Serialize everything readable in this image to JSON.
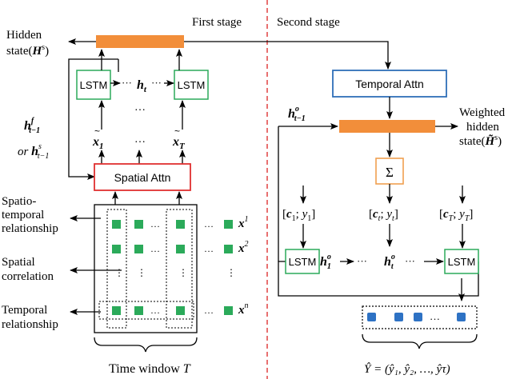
{
  "stages": {
    "first": "First stage",
    "second": "Second stage"
  },
  "left": {
    "hidden_state": {
      "line1": "Hidden",
      "line2_prefix": "state(",
      "line2_sym": "H",
      "line2_sup": "s",
      "line2_suffix": ")"
    },
    "lstm_label": "LSTM",
    "h_t": "h",
    "h_t_sub": "t",
    "dots": "···",
    "ellipsis": "…",
    "x_tilde": "x",
    "x1_sub": "1",
    "xT_sub": "T",
    "h_f": {
      "sym": "h",
      "sup": "f",
      "sub": "t−1"
    },
    "or_hs": {
      "prefix": "or ",
      "sym": "h",
      "sup": "s",
      "sub": "t−1"
    },
    "spatial_attn": "Spatial Attn",
    "relations": {
      "spatio_temporal": [
        "Spatio-",
        "temporal",
        "relationship"
      ],
      "spatial_correlation": [
        "Spatial",
        "correlation"
      ],
      "temporal": [
        "Temporal",
        "relationship"
      ]
    },
    "series": [
      {
        "sym": "x",
        "sup": "1"
      },
      {
        "sym": "x",
        "sup": "2"
      },
      {
        "sym": "x",
        "sup": "n"
      }
    ],
    "time_window": {
      "text": "Time window ",
      "sym": "T"
    }
  },
  "right": {
    "temporal_attn": "Temporal Attn",
    "h_o": {
      "sym": "h",
      "sup": "o",
      "sub": "t−1"
    },
    "weighted": {
      "line1": "Weighted",
      "line2": "hidden",
      "line3_prefix": "state(",
      "line3_sym": "H̃",
      "line3_sup": "s",
      "line3_suffix": ")"
    },
    "sum": "Σ",
    "contexts": [
      {
        "c": "c",
        "csub": "1",
        "y": "y",
        "ysub": "1"
      },
      {
        "c": "c",
        "csub": "t",
        "y": "y",
        "ysub": "t"
      },
      {
        "c": "c",
        "csub": "T",
        "y": "y",
        "ysub": "T"
      }
    ],
    "lstm_label": "LSTM",
    "h1o": {
      "sym": "h",
      "sup": "o",
      "sub": "1"
    },
    "hto": {
      "sym": "h",
      "sup": "o",
      "sub": "t"
    },
    "output": "Ŷ = (ŷ₁, ŷ₂, …, ŷτ)"
  },
  "colors": {
    "orange": "#F28E3A",
    "green": "#2BAA5A",
    "red": "#E03030",
    "blue": "#2F6FB8",
    "divider": "#E04040",
    "sum_border": "#F0A050",
    "node_blue": "#2E72C4"
  }
}
